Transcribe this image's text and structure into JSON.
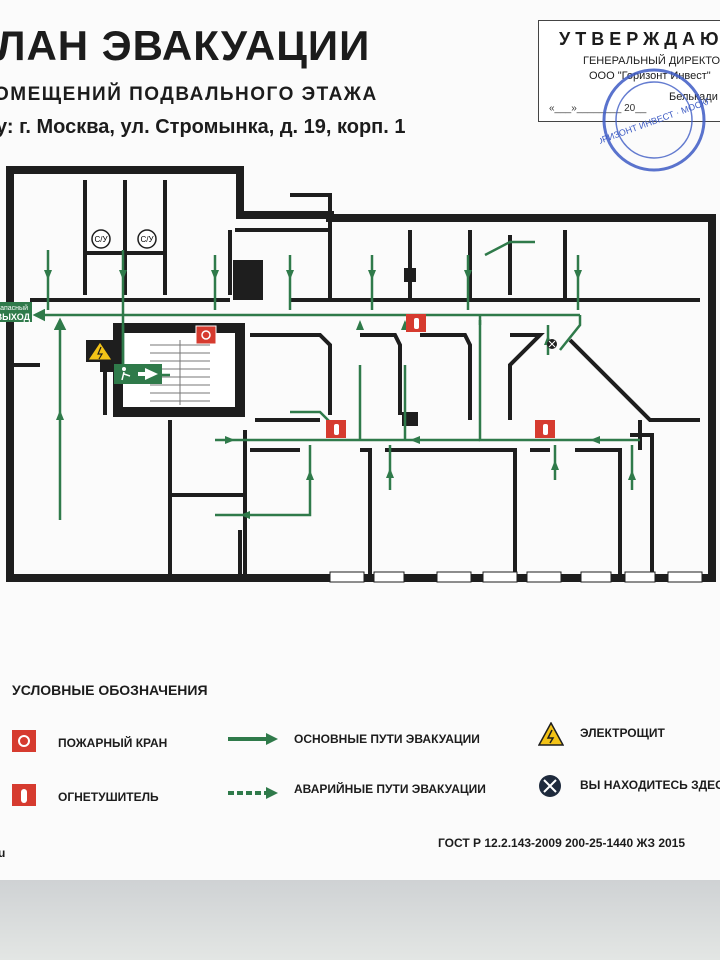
{
  "header": {
    "title": "ЛАН ЭВАКУАЦИИ",
    "subtitle": "ОМЕЩЕНИЙ  ПОДВАЛЬНОГО ЭТАЖА",
    "address": "у: г. Москва, ул. Стромынка, д. 19, корп. 1"
  },
  "approval": {
    "heading": "УТВЕРЖДАЮ",
    "position": "ГЕНЕРАЛЬНЫЙ ДИРЕКТОР",
    "organization": "ООО \"Горизонт Инвест\"",
    "signature_name": "Белькади",
    "date_line": "«___»________ 20__",
    "stamp_text": "ГОРИЗОНТ ИНВЕСТ · МОСКВА"
  },
  "plan": {
    "wc_label": "С/У",
    "exit_label_line1": "Запасный",
    "exit_label_line2": "ВЫХОД"
  },
  "legend": {
    "title": "УСЛОВНЫЕ ОБОЗНАЧЕНИЯ",
    "items": [
      {
        "label": "ПОЖАРНЫЙ КРАН",
        "icon": "fire-hydrant-icon"
      },
      {
        "label": "ОСНОВНЫЕ ПУТИ ЭВАКУАЦИИ",
        "icon": "main-route-arrow-icon"
      },
      {
        "label": "ЭЛЕКТРОЩИТ",
        "icon": "electrical-panel-icon"
      },
      {
        "label": "ОГНЕТУШИТЕЛЬ",
        "icon": "fire-extinguisher-icon"
      },
      {
        "label": "АВАРИЙНЫЕ ПУТИ ЭВАКУАЦИИ",
        "icon": "emergency-route-arrow-icon"
      },
      {
        "label": "ВЫ НАХОДИТЕСЬ ЗДЕСЬ",
        "icon": "you-are-here-icon"
      }
    ]
  },
  "footer": {
    "standard": "ГОСТ Р 12.2.143-2009  200-25-1440 ЖЗ 2015",
    "site_suffix": "u"
  },
  "colors": {
    "route": "#2f7a4a",
    "wall": "#1e1e1e",
    "hydrant": "#d63b2f",
    "warning": "#f3c317"
  }
}
